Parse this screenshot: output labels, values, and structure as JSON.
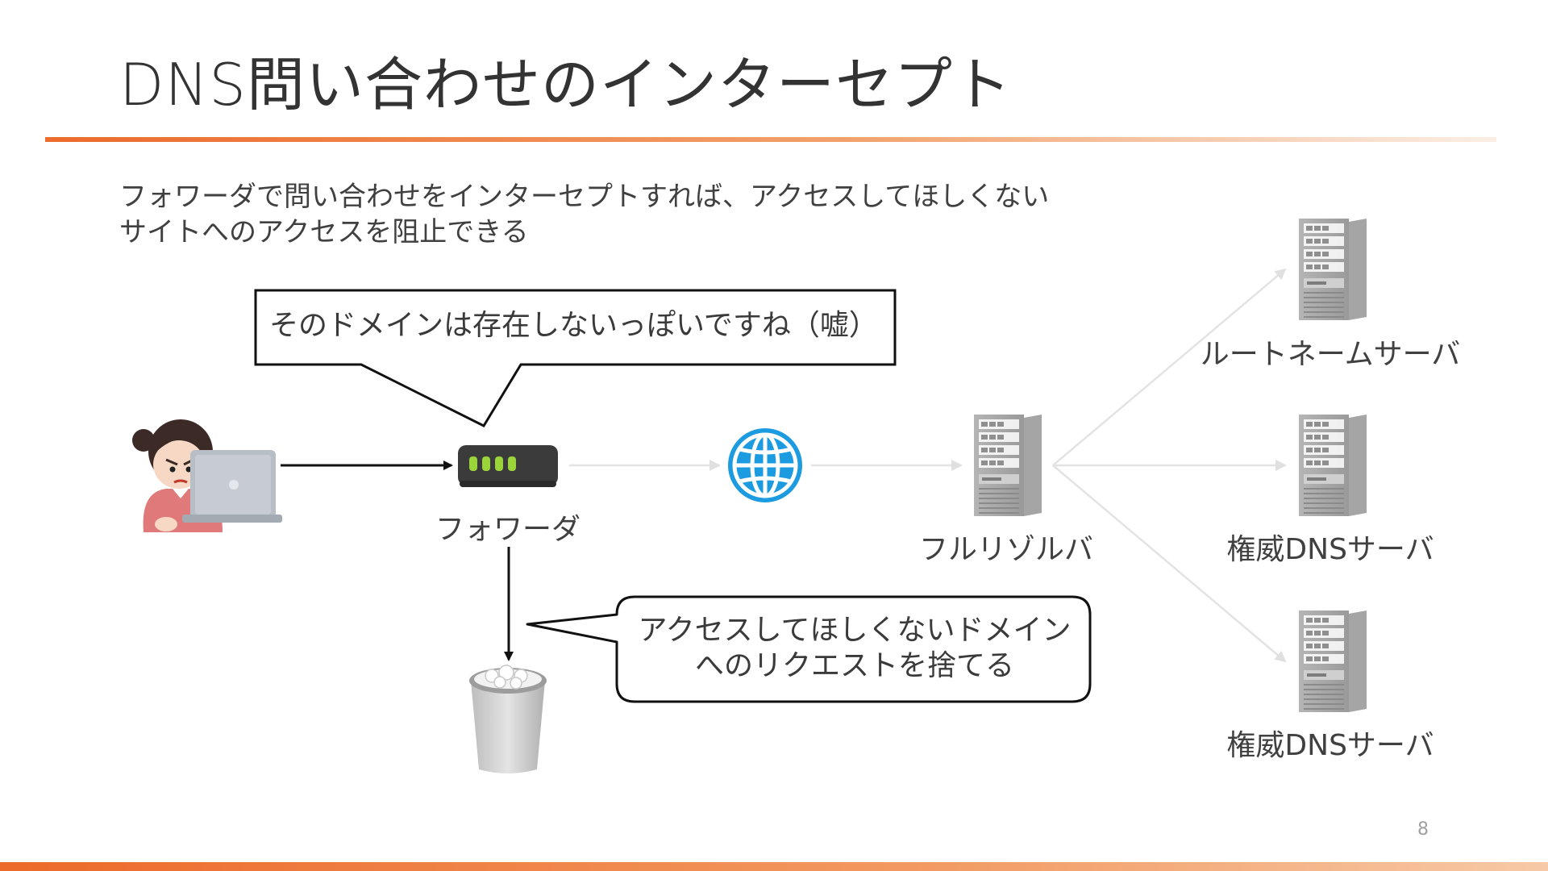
{
  "slide": {
    "title": "DNS問い合わせのインターセプト",
    "body_line1": "フォワーダで問い合わせをインターセプトすれば、アクセスしてほしくない",
    "body_line2": "サイトへのアクセスを阻止できる",
    "page_number": "8"
  },
  "diagram": {
    "callout_top": "そのドメインは存在しないっぽいですね（嘘）",
    "callout_bottom_line1": "アクセスしてほしくないドメイン",
    "callout_bottom_line2": "へのリクエストを捨てる",
    "forwarder_label": "フォワーダ",
    "resolver_label": "フルリゾルバ",
    "root_label": "ルートネームサーバ",
    "auth1_label": "権威DNSサーバ",
    "auth2_label": "権威DNSサーバ"
  },
  "colors": {
    "accent_orange": "#ee6a2a",
    "globe_blue": "#1c9be0",
    "server_gray": "#9a9a9a",
    "led_green": "#9bd33a"
  },
  "icons": {
    "user": "person-with-laptop-icon",
    "forwarder": "router-icon",
    "internet": "globe-icon",
    "server": "server-rack-icon",
    "trash": "trash-can-icon"
  }
}
